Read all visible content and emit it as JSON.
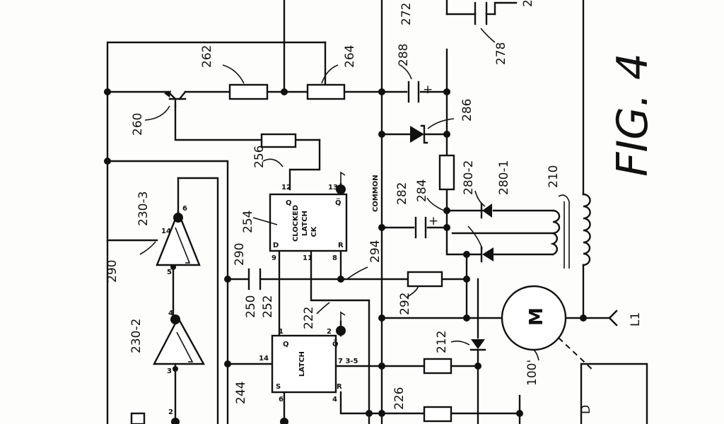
{
  "figure": {
    "title": "FIG. 4"
  },
  "refs": {
    "r262": "262",
    "r264": "264",
    "r288": "288",
    "r286": "286",
    "r260": "260",
    "r256": "256",
    "r254": "254",
    "r284": "284",
    "r282": "282",
    "r280_2": "280-2",
    "r280_1": "280-1",
    "r210": "210",
    "r290a": "290",
    "r290b": "290",
    "r294": "294",
    "r230_3": "230-3",
    "r230_2": "230-2",
    "r250": "250",
    "r252": "252",
    "r222": "222",
    "r292": "292",
    "r212": "212",
    "r244": "244",
    "r226": "226",
    "r100": "100'",
    "r272": "272",
    "r278": "278",
    "r2": "2",
    "l1": "L1"
  },
  "components": {
    "latch": {
      "label": "LATCH",
      "pins": {
        "p14": "14",
        "q": "Q",
        "p1": "1",
        "p2": "2",
        "qbar": "Q̅",
        "s": "S",
        "p6": "6",
        "r": "R",
        "p4": "4",
        "p73": "7 3-5"
      }
    },
    "clocked_latch": {
      "label1": "CLOCKED",
      "label2": "LATCH",
      "ck": "CK",
      "pins": {
        "p12": "12",
        "q": "Q",
        "p13": "13",
        "qbar": "Q̅",
        "d": "D",
        "p9": "9",
        "p11": "11",
        "p8": "8",
        "r": "R"
      }
    },
    "amp_230_3": {
      "p14": "14",
      "p6": "6",
      "p5": "5"
    },
    "amp_230_2": {
      "p4": "4",
      "p3": "3",
      "p2": "2"
    },
    "common_label": "COMMON",
    "motor_label": "M",
    "plus1": "+",
    "plus2": "+",
    "d_label": "D"
  }
}
